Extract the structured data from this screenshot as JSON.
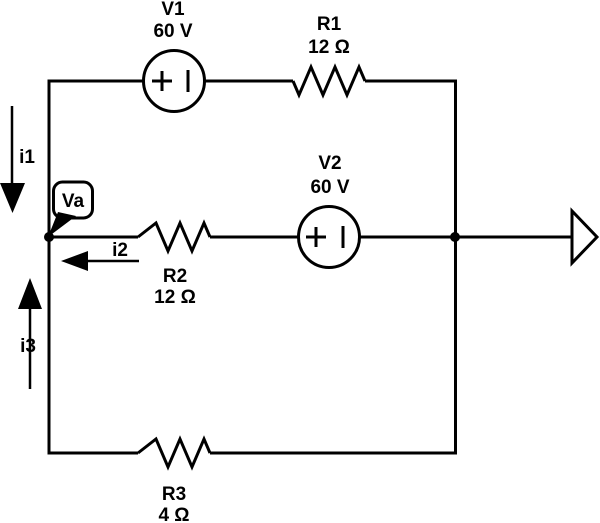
{
  "diagram": {
    "background_color": "#ffffff",
    "wire_color": "#000000",
    "current_label_color": "#ed1c24",
    "components": {
      "v1": {
        "label": "V1",
        "value": "60 V"
      },
      "r1": {
        "label": "R1",
        "value": "12 Ω"
      },
      "v2": {
        "label": "V2",
        "value": "60 V"
      },
      "r2": {
        "label": "R2",
        "value": "12 Ω"
      },
      "r3": {
        "label": "R3",
        "value": "4 Ω"
      }
    },
    "node_label": "Va",
    "currents": {
      "i1": {
        "label": "i1",
        "direction": "down"
      },
      "i2": {
        "label": "i2",
        "direction": "left"
      },
      "i3": {
        "label": "i3",
        "direction": "up"
      }
    }
  }
}
